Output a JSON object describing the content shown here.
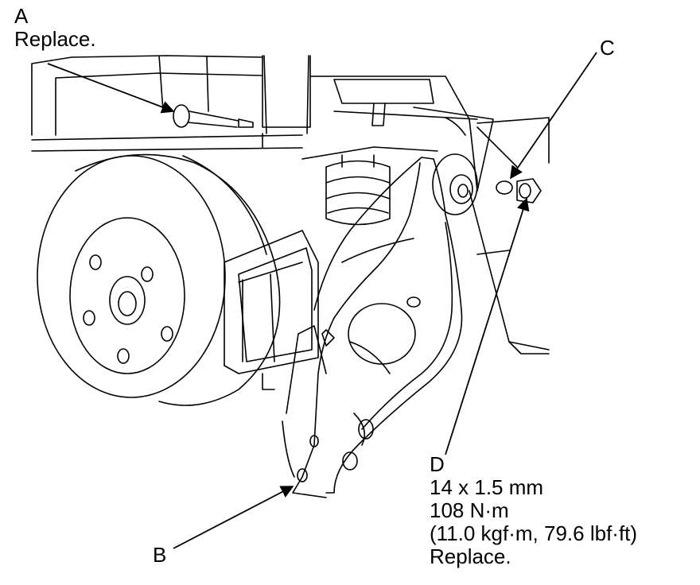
{
  "callouts": {
    "a": {
      "letter": "A",
      "note": "Replace."
    },
    "b": {
      "letter": "B"
    },
    "c": {
      "letter": "C"
    },
    "d": {
      "letter": "D",
      "size": "14 x 1.5 mm",
      "torque": "108 N·m",
      "torque_alt": "(11.0 kgf·m, 79.6 lbf·ft)",
      "note": "Replace."
    }
  },
  "colors": {
    "ink": "#000000",
    "paper": "#ffffff"
  }
}
